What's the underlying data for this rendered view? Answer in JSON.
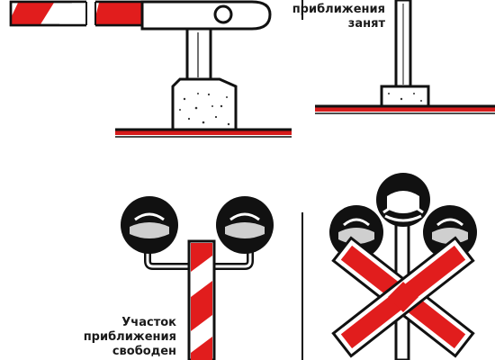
{
  "labels": {
    "top_right_line1": "приближения",
    "top_right_line2": "занят",
    "bottom_left_line1": "Участок",
    "bottom_left_line2": "приближения",
    "bottom_left_line3": "свободен"
  },
  "colors": {
    "ink": "#111111",
    "red": "#e11d1d",
    "white": "#ffffff",
    "lamp_highlight": "#cfcfcf",
    "ground_red": "#d61b1b"
  }
}
